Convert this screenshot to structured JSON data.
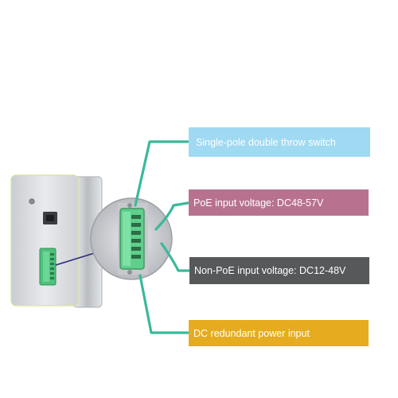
{
  "callouts": [
    {
      "text": "Single-pole double throw switch",
      "color": "#9fd9f2"
    },
    {
      "text": "PoE input voltage: DC48-57V",
      "color": "#b8728f"
    },
    {
      "text": "Non-PoE input voltage: DC12-48V",
      "color": "#57585a"
    },
    {
      "text": "DC redundant power input",
      "color": "#e6ac1f"
    }
  ],
  "colors": {
    "connector_lines": "#3ab99a",
    "terminal_block": "#5fcf8b",
    "device_body": "#d2d4d8",
    "zoom_line": "#2a2a7a"
  }
}
